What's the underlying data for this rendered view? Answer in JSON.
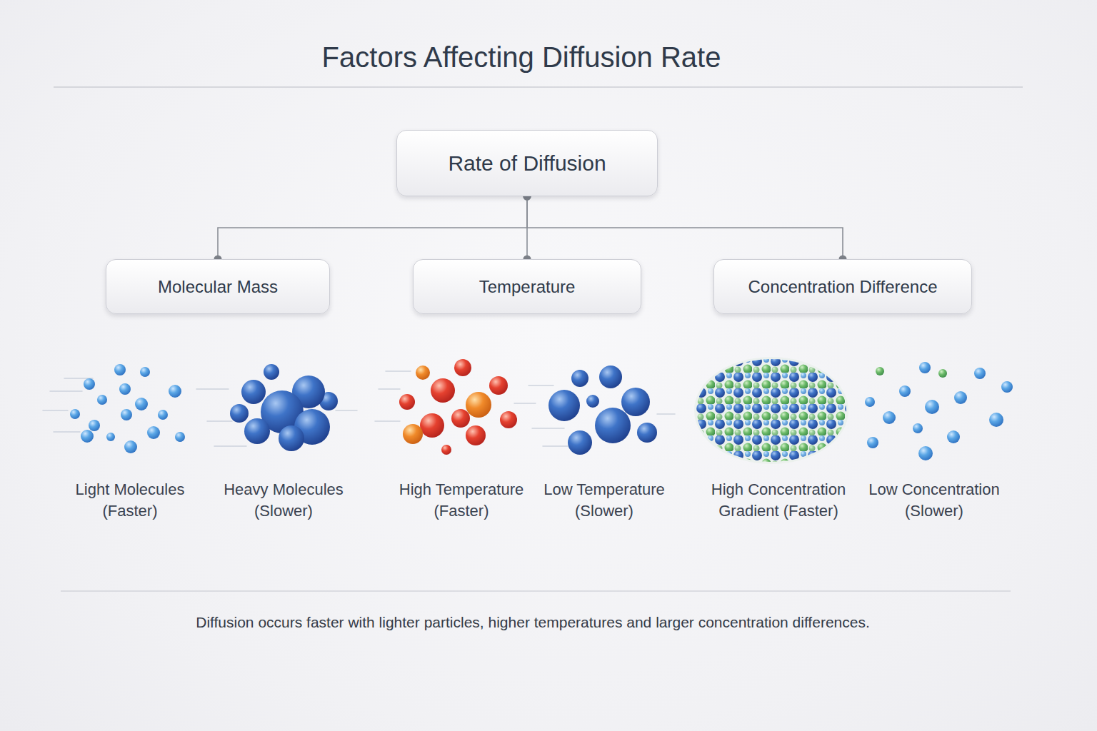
{
  "diagram": {
    "title": "Factors Affecting Diffusion Rate",
    "nodes": [
      {
        "text": [
          "Rate of Diffusion"
        ]
      },
      {
        "text": [
          "Molecular Mass"
        ]
      },
      {
        "text": [
          "Temperature"
        ]
      },
      {
        "text": [
          "Concentration Difference"
        ]
      }
    ],
    "edges": [
      {
        "from": 0,
        "to": 1,
        "arrow": "none"
      },
      {
        "from": 0,
        "to": 2,
        "arrow": "none"
      },
      {
        "from": 0,
        "to": 3,
        "arrow": "none"
      }
    ],
    "labels": [
      "Light Molecules (Faster)",
      "Heavy Molecules (Slower)",
      "High Temperature (Faster)",
      "Low Temperature (Slower)",
      "High Concentration Gradient (Faster)",
      "Low Concentration (Slower)"
    ],
    "caption": "Diffusion occurs faster with lighter particles, higher temperatures and larger concentration differences."
  }
}
